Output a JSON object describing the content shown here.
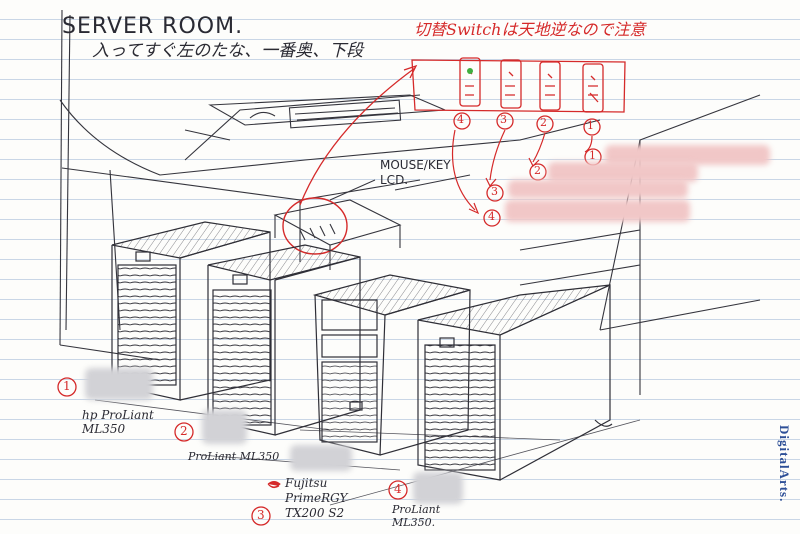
{
  "sketch": {
    "title": "SERVER ROOM.",
    "location_note": "入ってすぐ左のたな、一番奥、下段",
    "switch_note": "切替Switchは天地逆なので注意",
    "mouse_key_lcd": "MOUSE/KEY LCD.",
    "brand": "DigitalArts.",
    "colors": {
      "ink": "#2a2a33",
      "red": "#d52a2a",
      "brand": "#2d4f97",
      "rule": "#c9d6e6",
      "paper": "#fdfdfb"
    }
  },
  "switch_ports": [
    "4",
    "3",
    "2",
    "1"
  ],
  "port_mappings": [
    {
      "number": "1"
    },
    {
      "number": "2"
    },
    {
      "number": "3"
    },
    {
      "number": "4"
    }
  ],
  "servers": [
    {
      "number": "1",
      "model": "hp ProLiant ML350"
    },
    {
      "number": "2",
      "model": "ProLiant ML350"
    },
    {
      "number": "3",
      "model": "Fujitsu PrimeRGY TX200 S2"
    },
    {
      "number": "4",
      "model": "ProLiant ML350."
    }
  ]
}
